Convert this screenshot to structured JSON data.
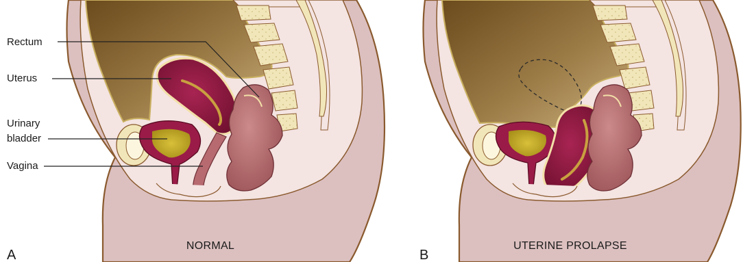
{
  "panels": [
    {
      "letter": "A",
      "caption": "NORMAL"
    },
    {
      "letter": "B",
      "caption": "UTERINE PROLAPSE"
    }
  ],
  "labels": {
    "rectum": "Rectum",
    "uterus": "Uterus",
    "bladder_line1": "Urinary",
    "bladder_line2": "bladder",
    "vagina": "Vagina"
  },
  "colors": {
    "body_skin": "#dcc0c0",
    "body_outline": "#8a5a2e",
    "pelvic_tissue": "#f4e4e2",
    "abdominal_cavity": "#8a6a3a",
    "uterus": "#8e1840",
    "rectum": "#b86a6e",
    "bladder_urine": "#c7ad1e",
    "spine_bone": "#f1e6b9"
  }
}
